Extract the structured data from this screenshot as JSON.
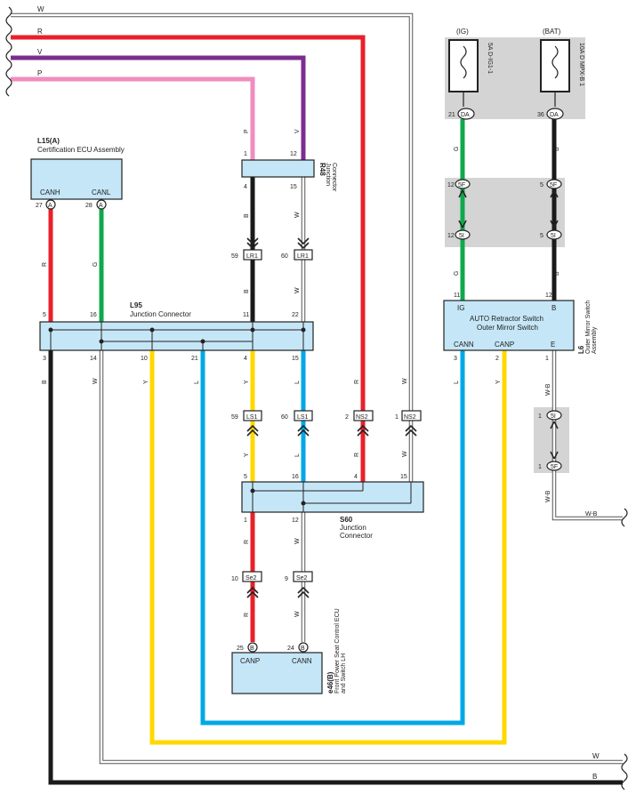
{
  "colors": {
    "red": "#e8202a",
    "purple": "#7b2d8e",
    "pink": "#f08dbf",
    "black": "#1a1a1a",
    "green": "#10a84c",
    "yellow": "#ffd800",
    "blue": "#00a8e6",
    "white_wire": "#ffffff",
    "wire_outline": "#555555",
    "component_fill": "#c5e6f7",
    "fuse_block_fill": "#d4d4d4"
  },
  "top_wires": {
    "w": "W",
    "r": "R",
    "v": "V",
    "p": "P"
  },
  "bottom_wires": {
    "w": "W",
    "b": "B"
  },
  "fuses": {
    "ig_label": "(IG)",
    "bat_label": "(BAT)",
    "ig_name": "5A D-IG1-1",
    "bat_name": "10A D MPX-B 1",
    "ig_pin": "21",
    "ig_conn": "DA",
    "bat_pin": "36",
    "bat_conn": "DA"
  },
  "fuse_wires": {
    "ig_top": "G",
    "bat_top": "B",
    "ig_bottom": "G",
    "bat_bottom": "B"
  },
  "connectors_5f_5i": {
    "left_top_pin": "12",
    "left_top": "5F",
    "right_top_pin": "5",
    "right_top": "5F",
    "left_bottom_pin": "12",
    "left_bottom": "5I",
    "right_bottom_pin": "5",
    "right_bottom": "5I"
  },
  "cert_ecu": {
    "ref": "L15(A)",
    "name": "Certification ECU Assembly",
    "canh": "CANH",
    "canl": "CANL",
    "pin_h": "27",
    "pin_l": "28",
    "conn": "A",
    "wire_h": "R",
    "wire_l": "G"
  },
  "r48": {
    "ref": "R48",
    "name1": "Junction",
    "name2": "Connector",
    "pin_tl": "1",
    "pin_tr": "12",
    "pin_bl": "4",
    "pin_br": "15",
    "wire_in_l": "P",
    "wire_in_r": "V",
    "wire_out_l": "B",
    "wire_out_r": "W"
  },
  "lr1": {
    "pin_l": "59",
    "pin_r": "60",
    "label": "LR1",
    "wire_l": "B",
    "wire_r": "W"
  },
  "l95": {
    "ref": "L95",
    "name": "Junction Connector",
    "top_pins": [
      "5",
      "16",
      "11",
      "22"
    ],
    "bottom_pins": [
      "3",
      "14",
      "10",
      "21",
      "4",
      "15"
    ],
    "bottom_wires": [
      "B",
      "W",
      "Y",
      "L",
      "Y",
      "L"
    ]
  },
  "ls1": {
    "pin_l": "59",
    "pin_r": "60",
    "label": "LS1",
    "wire_l": "Y",
    "wire_r": "L"
  },
  "ns2": {
    "pin_l": "2",
    "pin_r": "1",
    "label": "NS2",
    "wire_l_top": "R",
    "wire_r_top": "W",
    "wire_l_bot": "R",
    "wire_r_bot": "W"
  },
  "s60": {
    "ref": "S60",
    "name1": "Junction",
    "name2": "Connector",
    "top_pins": [
      "5",
      "16",
      "4",
      "15"
    ],
    "bottom_pins": [
      "1",
      "12"
    ],
    "wire_out_l": "R",
    "wire_out_r": "W"
  },
  "se2": {
    "pin_l": "10",
    "pin_r": "9",
    "label": "Se2",
    "wire_l": "R",
    "wire_r": "W"
  },
  "seat_ecu": {
    "ref": "e46(B)",
    "name1": "Front Power Seat Control ECU",
    "name2": "and Switch LH",
    "canp": "CANP",
    "cann": "CANN",
    "pin_p": "25",
    "pin_n": "24",
    "conn": "B"
  },
  "mirror": {
    "ref": "L6",
    "name1": "Outer Mirror Switch",
    "name2": "Assembly",
    "line1": "AUTO Retractor Switch",
    "line2": "Outer Mirror Switch",
    "ig": "IG",
    "b": "B",
    "cann": "CANN",
    "canp": "CANP",
    "e": "E",
    "pin_ig": "11",
    "pin_b": "12",
    "pin_cann": "3",
    "pin_canp": "2",
    "pin_e": "1",
    "wire_cann": "L",
    "wire_canp": "Y",
    "wire_e": "W-B"
  },
  "e_conn": {
    "pin_top": "1",
    "top": "5I",
    "pin_bottom": "1",
    "bottom": "5F",
    "wire_out": "W-B",
    "wire_ground": "W-B"
  }
}
